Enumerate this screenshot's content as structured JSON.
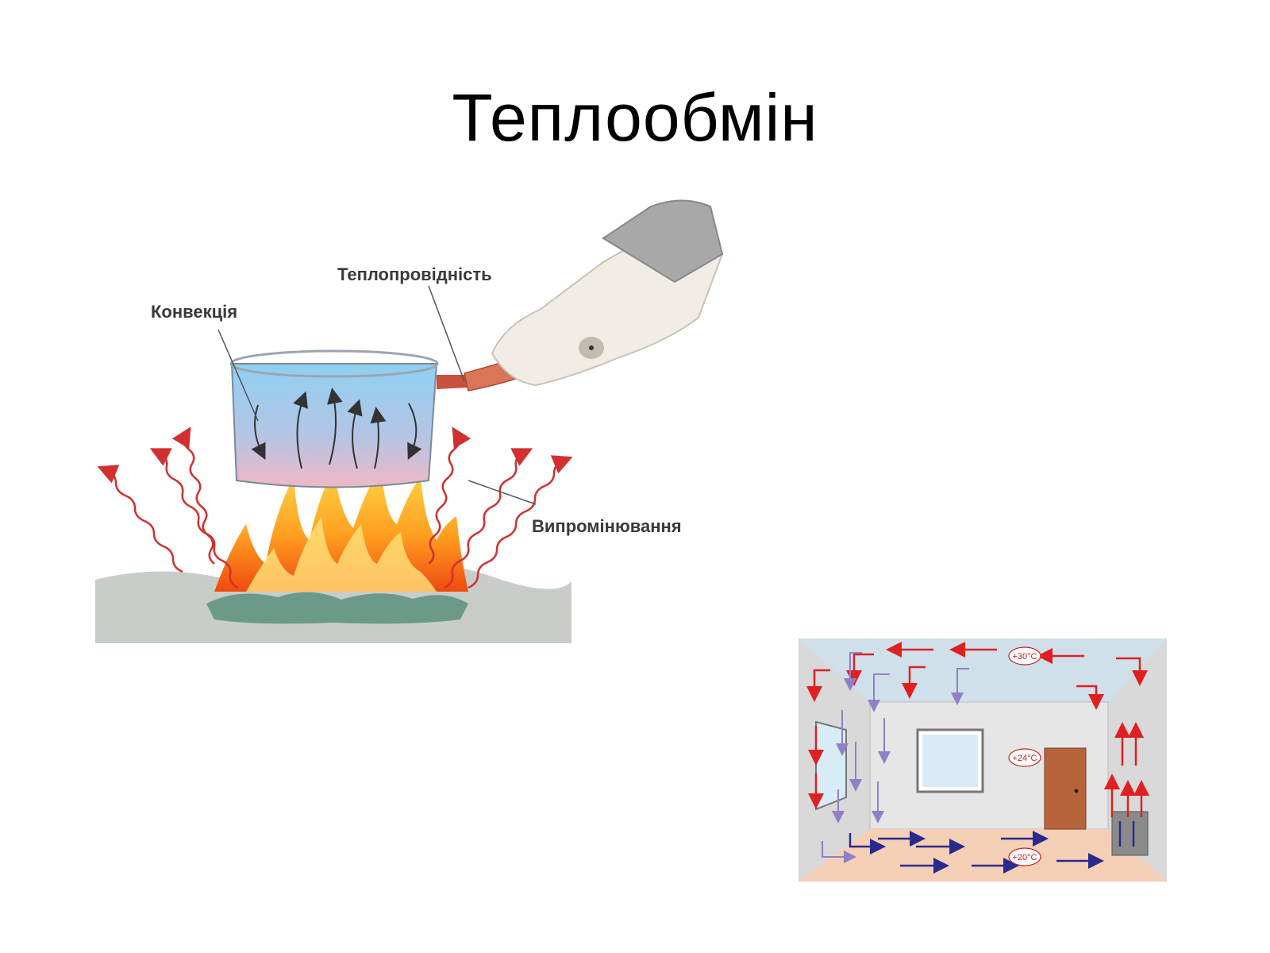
{
  "slide": {
    "title": "Теплообмін"
  },
  "heat_diagram": {
    "labels": {
      "convection": "Конвекція",
      "conduction": "Теплопровідність",
      "radiation": "Випромінювання"
    }
  },
  "room_diagram": {
    "temperatures": {
      "ceiling": "+30°C",
      "middle": "+24°C",
      "floor": "+20°C"
    },
    "colors": {
      "warm": "#e02020",
      "cool": "#2a2a8c",
      "mild": "#9080c8"
    }
  }
}
